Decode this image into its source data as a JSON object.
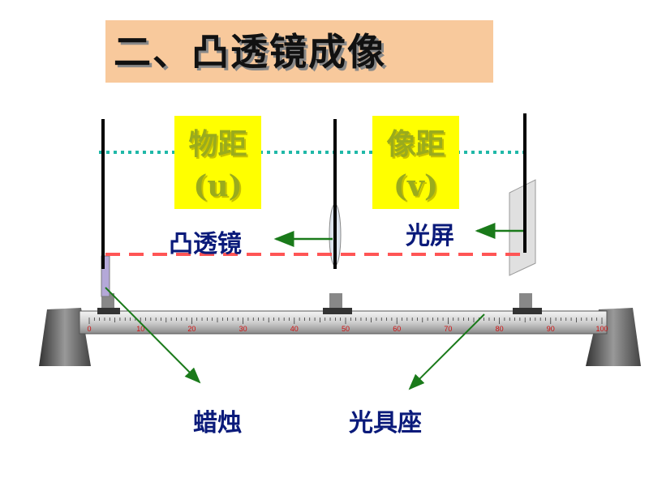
{
  "title": "二、凸透镜成像",
  "object_distance": {
    "label": "物距",
    "symbol": "(u)"
  },
  "image_distance": {
    "label": "像距",
    "symbol": "(v)"
  },
  "labels": {
    "lens": "凸透镜",
    "screen": "光屏",
    "candle": "蜡烛",
    "bench": "光具座"
  },
  "ruler_ticks": [
    "0",
    "10",
    "20",
    "30",
    "40",
    "50",
    "60",
    "70",
    "80",
    "90",
    "100"
  ],
  "colors": {
    "title_bg": "#f8c99c",
    "highlight": "#ffff00",
    "label_text": "#0a1a7a",
    "arrow": "#1a7a1a",
    "axis_dash": "#ff5555",
    "dotted": "#20c0a0"
  }
}
